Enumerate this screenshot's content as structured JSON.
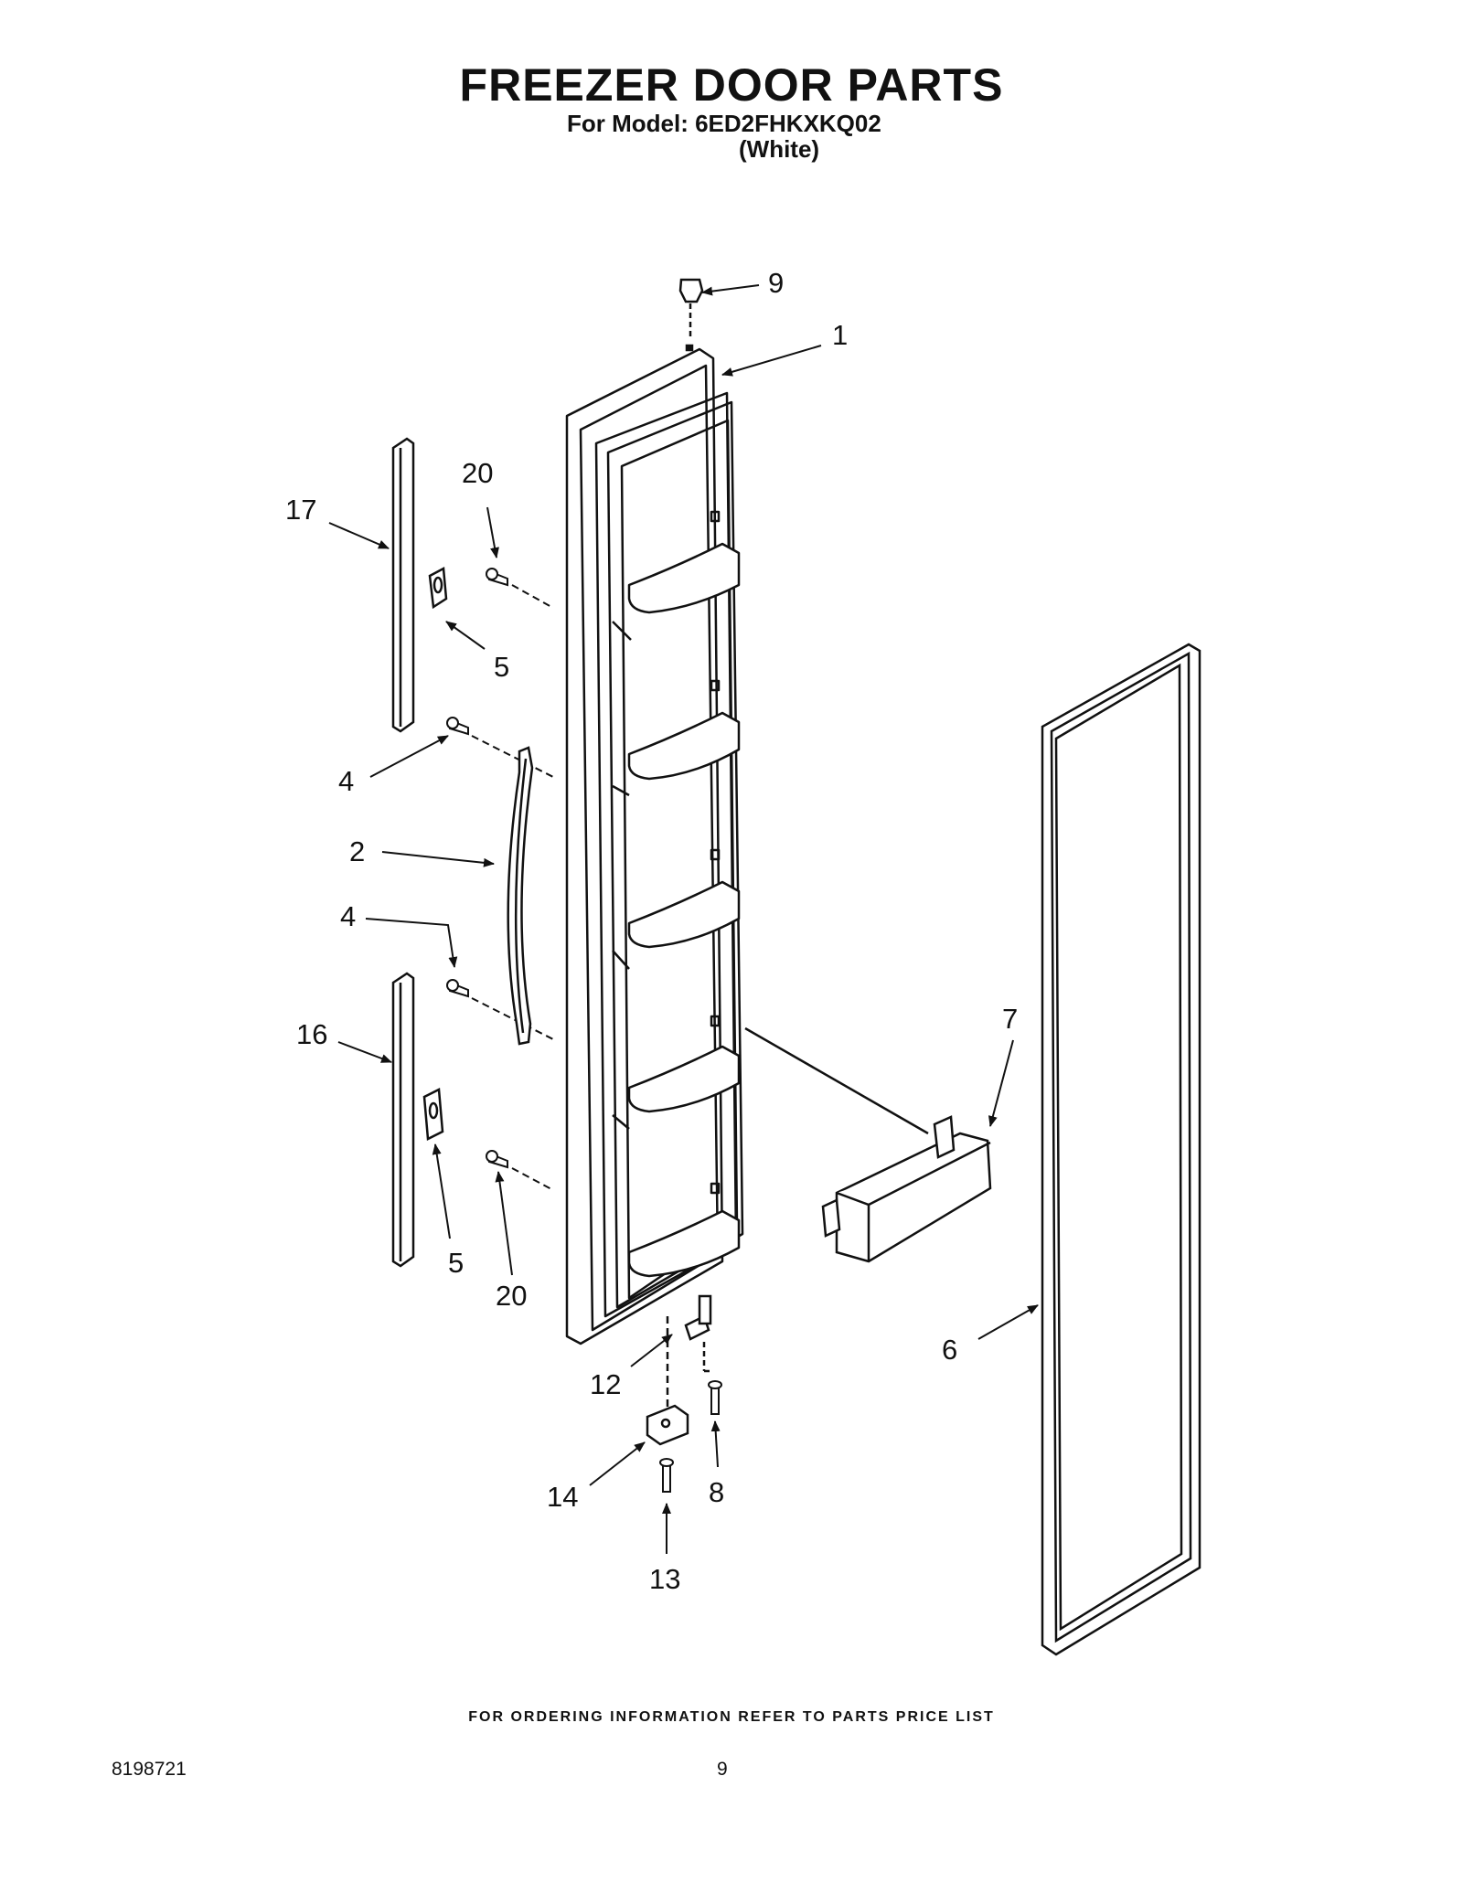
{
  "header": {
    "title": "FREEZER DOOR PARTS",
    "model_line": "For Model: 6ED2FHKXKQ02",
    "color_line": "(White)"
  },
  "callouts": {
    "c1": "1",
    "c2": "2",
    "c4a": "4",
    "c4b": "4",
    "c5a": "5",
    "c5b": "5",
    "c6": "6",
    "c7": "7",
    "c8": "8",
    "c9": "9",
    "c12": "12",
    "c13": "13",
    "c14": "14",
    "c16": "16",
    "c17": "17",
    "c20a": "20",
    "c20b": "20"
  },
  "footer": {
    "note": "FOR ORDERING INFORMATION REFER TO PARTS PRICE LIST",
    "doc_number": "8198721",
    "page": "9"
  }
}
